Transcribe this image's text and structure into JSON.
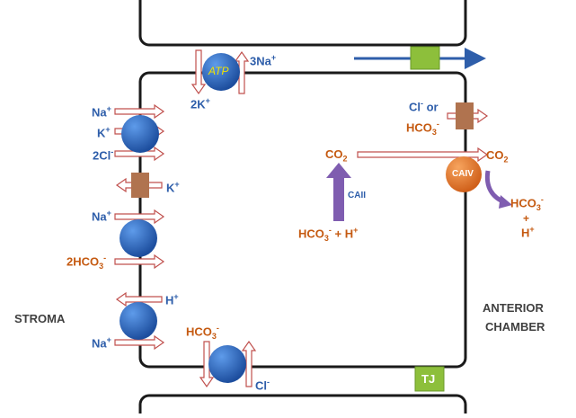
{
  "labels": {
    "atp": "ATP",
    "three_na": "3Na",
    "two_k": "2K",
    "na_top": "Na",
    "k_top": "K",
    "two_cl": "2Cl",
    "k_channel": "K",
    "na_mid": "Na",
    "two_hco3": "2HCO",
    "h_bottom": "H",
    "na_bottom": "Na",
    "hco3_bottom": "HCO",
    "cl_bottom": "Cl",
    "cl_or": "Cl",
    "or_word": " or",
    "hco3_apical": "HCO",
    "co2_left": "CO",
    "co2_right": "CO",
    "caii": "CAII",
    "caiv": "CAIV",
    "hco3_h_left": "HCO",
    "plus_h_left": " + H",
    "hco3_right": "HCO",
    "plus_right": "+",
    "h_right": "H",
    "stroma": "STROMA",
    "anterior": "ANTERIOR",
    "chamber": "CHAMBER",
    "tj": "TJ"
  },
  "charges": {
    "plus": "+",
    "minus": "-",
    "sub3": "3",
    "sub2": "2"
  },
  "colors": {
    "blue_text": "#2E5EAA",
    "orange_text": "#C55A11",
    "dark_text": "#404040",
    "sphere": "#2F6CC9",
    "arrow_outline": "#C0504D",
    "channel": "#B0734F",
    "caiv_fill": "#E37424",
    "caii_arrow": "#7F5DB0",
    "tj_fill": "#8DBF3B"
  }
}
